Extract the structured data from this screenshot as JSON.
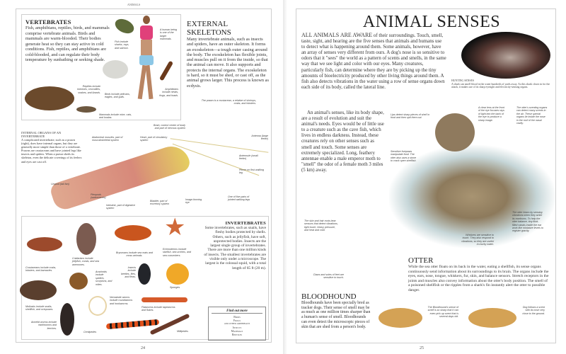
{
  "left": {
    "running_head": "ANIMALS",
    "page_number": "24",
    "vertebrates": {
      "title": "VERTEBRATES",
      "text": "Fish, amphibians, reptiles, birds, and mammals comprise vertebrate animals. Birds and mammals are warm-blooded. Their bodies generate heat so they can stay active in cold conditions. Fish, reptiles, and amphibians are cold-blooded, and can regulate their body temperature by sunbathing or seeking shade."
    },
    "vert_captions": [
      "Fish include sharks, rays, and salmon.",
      "A human being is one of the larger mammals.",
      "Reptiles include tortoises, crocodiles, snakes, and lizards.",
      "Birds include pelicans, eagles, and gulls.",
      "Amphibians include newts, frogs, and toads.",
      "Mammals include mice, cats, and koalas."
    ],
    "external": {
      "title": "EXTERNAL SKELETONS",
      "text": "Many invertebrate animals, such as insects and spiders, have an outer skeleton. It forms an exoskeleton—a tough outer casing around the body. The exoskeleton has flexible joints, and muscles pull on it from the inside, so that the animal can move. It also supports and protects the internal organs. The exoskeleton is hard, so it must be shed, or cast off, as the animal grows larger. This process is known as ecdysis."
    },
    "internal": {
      "title": "INTERNAL ORGANS OF AN INVERTEBRATE",
      "text": "A complicated invertebrate, such as a prawn (right), does have internal organs, but they are generally more simple than those of a vertebrate. Prawns are crustaceans and have jointed legs like insects and spiders. When a prawn sheds its skeleton, even the delicate coverings of its feelers and eyes are cast off."
    },
    "prawn_captions": [
      "The prawn is a crustacean, a relative of shrimps, crabs, and lobsters.",
      "Brain, control center of body and part of nervous system",
      "Abdominal muscles, part of musculoskeletal system",
      "Heart, part of circulatory system",
      "Antenna (large feeler)",
      "Antennule (small feeler)",
      "Pincer on first walking leg",
      "Uropod (tail fan)",
      "Pleopods (swimmerets)",
      "Intestine, part of digestive system",
      "Bladder, part of excretory system",
      "Image-forming eye",
      "One of five pairs of jointed walking legs"
    ],
    "invert_captions": [
      "Crustaceans include crabs, lobsters, and barnacles.",
      "Cnidarians include jellyfish, corals, and sea anemones.",
      "Bryozoans include sea mats and moss animals.",
      "Echinoderms include starfish, sea urchins, and sea cucumbers.",
      "Arachnids include spiders, scorpions, and mites.",
      "Insects include beetles, flies, and fleas.",
      "Sponges",
      "Mollusks include snails, shellfish, and octopuses.",
      "Nematode worms include roundworms and hookworms.",
      "Flatworms include tapeworms and flukes.",
      "Annelid worms include earthworms and leeches.",
      "Centipedes",
      "Millipedes"
    ],
    "invertebrates": {
      "title": "INVERTEBRATES",
      "text": "Some invertebrates, such as snails, have fleshy bodies protected by shells. Others, such as jellyfish, have soft, unprotected bodies. Insects are the largest single group of invertebrates. There are more than one million kinds of insects. The smallest invertebrates are visible only under a microscope. The largest is the colossal squid, with a total length of 65 ft (20 m)."
    },
    "find_out_more": {
      "title": "Find out more",
      "items": [
        "Birds",
        "Frogs",
        "and other amphibians",
        "Insects",
        "Mammals",
        "Reptiles"
      ]
    }
  },
  "right": {
    "page_number": "25",
    "title": "ANIMAL SENSES",
    "intro_lead": "ALL ANIMALS ARE AWARE",
    "intro": " of their surroundings. Touch, smell, taste, sight, and hearing are the five senses that animals and humans use to detect what is happening around them. Some animals, however, have an array of senses very different from ours. A dog's nose is so sensitive to odors that it \"sees\" the world as a pattern of scents and smells, in the same way that we see light and color with our eyes. Many creatures, particularly fish, can determine where they are by picking up the tiny amounts of bioelectricity produced by other living things around them. A fish also detects vibrations in the water using a row of sense organs down each side of its body, called the lateral line.",
    "intro2": "An animal's senses, like its body shape, are a result of evolution and suit the animal's needs. Eyes would be of little use to a creature such as the cave fish, which lives in endless darkness. Instead, these creatures rely on other senses such as smell and touch. Some senses are extremely specialized. Long, feathery antennae enable a male emperor moth to \"smell\" the odor of a female moth 3 miles (5 km) away.",
    "hunting": {
      "title": "HUNTING SENSES",
      "text": "A shark can smell blood in the water hundreds of yards away. As this shark closes in for the attack, it makes use of its sharp eyesight and electricity-sensing organs."
    },
    "otter_captions": [
      "Lips detect sharp pieces of shell in food and then spit them out.",
      "A clear lens at the front of the eye focuses rays of light into the back of the eye to produce a sharp image.",
      "The otter's scenting organs can detect many scents in the air. These special organs lie inside the nose in the roof of the nasal cavity.",
      "Sensitive forepaws manipulate food. The otter also uses a stone to crack open shellfish.",
      "The skin and hair roots bear sensors that detect vibrations, light touch, heavy pressure, and heat and cold.",
      "The otter hears by sensing vibrations when they strike its eardrums. To help the otter balance, tiny fluid-filled canals inside the ear work like miniature levels to register gravity.",
      "Whiskers are sensitive to touch. They also respond to vibrations, so they are useful in murky water.",
      "Claws and soles of feet are sensitive to touch."
    ],
    "otter": {
      "title": "OTTER",
      "text": "While the sea otter floats on its back in the water, eating a shellfish, its sense organs continuously send information about its surroundings to its brain. The organs include the eyes, ears, nose, tongue, whiskers, fur, skin, and balance sensors. Stretch receptors in the joints and muscles also convey information about the otter's body position. The smell of a poisoned shellfish or the ripples from a shark's fin instantly alert the otter to possible danger."
    },
    "bloodhound": {
      "title": "BLOODHOUND",
      "text": "Bloodhounds have been specially bred as tracker dogs. Their sense of smell may be as much as one million times sharper than a human's sense of smell. Bloodhounds can even detect the microscopic pieces of skin that are shed from a person's body."
    },
    "dog_captions": [
      "The Bloodhound's sense of smell is so sharp that it can even pick up scent that is several days old.",
      "Dog follows a scent with its nose very close to the ground."
    ]
  }
}
